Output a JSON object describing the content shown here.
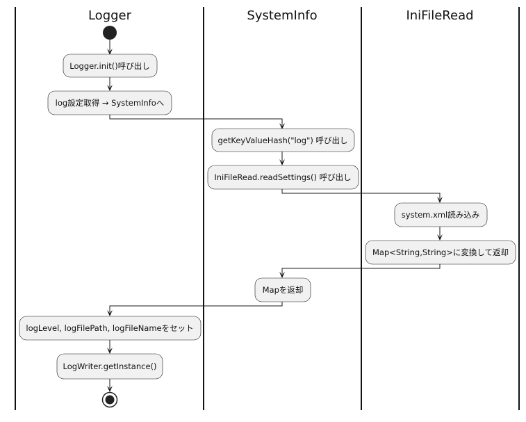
{
  "lanes": [
    {
      "id": "logger",
      "title": "Logger"
    },
    {
      "id": "systeminfo",
      "title": "SystemInfo"
    },
    {
      "id": "inifileread",
      "title": "IniFileRead"
    }
  ],
  "nodes": [
    {
      "id": "init",
      "lane": "logger",
      "label": "Logger.init()呼び出し"
    },
    {
      "id": "logcfg",
      "lane": "logger",
      "label": "log設定取得 → SystemInfoへ"
    },
    {
      "id": "getkv",
      "lane": "systeminfo",
      "label": "getKeyValueHash(\"log\") 呼び出し"
    },
    {
      "id": "readsettings",
      "lane": "systeminfo",
      "label": "IniFileRead.readSettings() 呼び出し"
    },
    {
      "id": "readxml",
      "lane": "inifileread",
      "label": "system.xml読み込み"
    },
    {
      "id": "tomap",
      "lane": "inifileread",
      "label": "Map<String,String>に変換して返却"
    },
    {
      "id": "retmap",
      "lane": "systeminfo",
      "label": "Mapを返却"
    },
    {
      "id": "setvals",
      "lane": "logger",
      "label": "logLevel, logFilePath, logFileNameをセット"
    },
    {
      "id": "getinst",
      "lane": "logger",
      "label": "LogWriter.getInstance()"
    }
  ],
  "edges": [
    [
      "start",
      "init"
    ],
    [
      "init",
      "logcfg"
    ],
    [
      "logcfg",
      "getkv"
    ],
    [
      "getkv",
      "readsettings"
    ],
    [
      "readsettings",
      "readxml"
    ],
    [
      "readxml",
      "tomap"
    ],
    [
      "tomap",
      "retmap"
    ],
    [
      "retmap",
      "setvals"
    ],
    [
      "setvals",
      "getinst"
    ],
    [
      "getinst",
      "end"
    ]
  ],
  "colors": {
    "node_fill": "#f1f1f1",
    "stroke": "#181818",
    "text": "#111111"
  }
}
